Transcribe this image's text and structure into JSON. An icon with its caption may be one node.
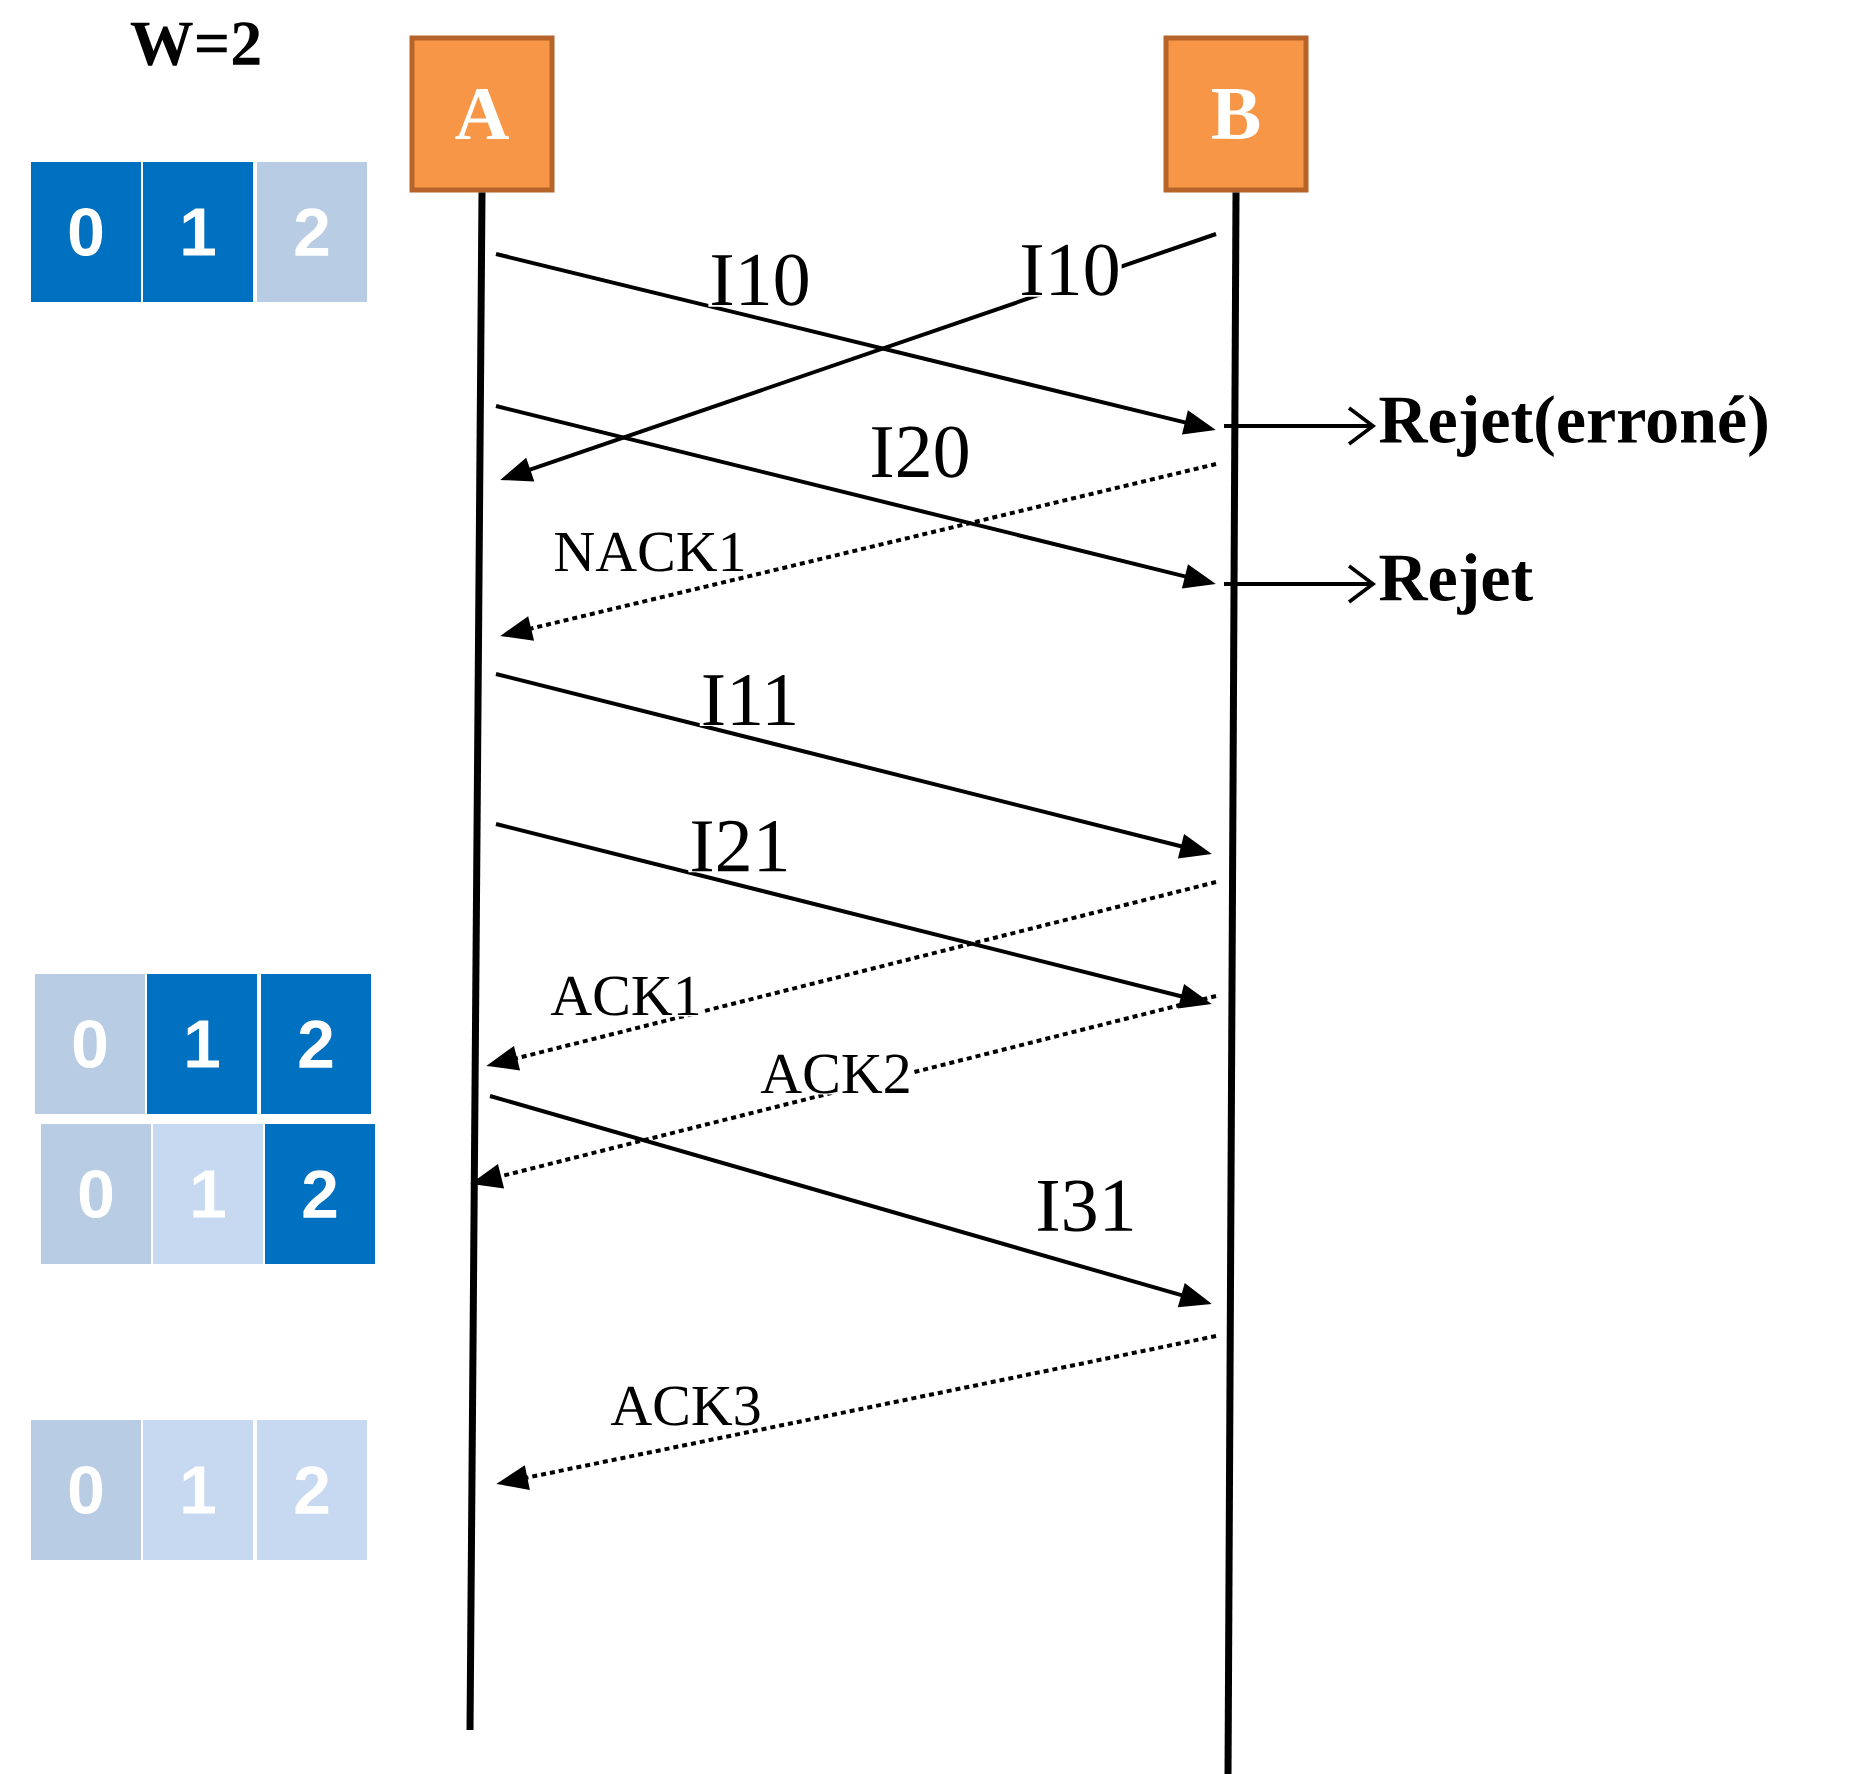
{
  "diagram": {
    "nodes": [
      {
        "text": [
          "A"
        ]
      },
      {
        "text": [
          "B"
        ]
      },
      {
        "text": [
          "0"
        ]
      },
      {
        "text": [
          "1"
        ]
      },
      {
        "text": [
          "2"
        ]
      },
      {
        "text": [
          "Rejet(erroné)"
        ]
      },
      {
        "text": [
          "Rejet"
        ]
      },
      {
        "text": [
          "0"
        ]
      },
      {
        "text": [
          "1"
        ]
      },
      {
        "text": [
          "2"
        ]
      },
      {
        "text": [
          "0"
        ]
      },
      {
        "text": [
          "1"
        ]
      },
      {
        "text": [
          "2"
        ]
      },
      {
        "text": [
          "0"
        ]
      },
      {
        "text": [
          "1"
        ]
      },
      {
        "text": [
          "2"
        ]
      }
    ],
    "edges": [
      {
        "from": 0,
        "to": 1,
        "arrow": "to",
        "label": "I10"
      },
      {
        "from": 1,
        "to": 0,
        "arrow": "to",
        "label": "I10"
      },
      {
        "from": 0,
        "to": 1,
        "arrow": "to",
        "label": "I20"
      },
      {
        "from": 1,
        "to": 0,
        "arrow": "to",
        "label": "NACK1",
        "style": "dashed"
      },
      {
        "from": 1,
        "to": 5,
        "arrow": "to"
      },
      {
        "from": 1,
        "to": 6,
        "arrow": "to"
      },
      {
        "from": 0,
        "to": 1,
        "arrow": "to",
        "label": "I11"
      },
      {
        "from": 0,
        "to": 1,
        "arrow": "to",
        "label": "I21"
      },
      {
        "from": 1,
        "to": 0,
        "arrow": "to",
        "label": "ACK1",
        "style": "dashed"
      },
      {
        "from": 1,
        "to": 0,
        "arrow": "to",
        "label": "ACK2",
        "style": "dashed"
      },
      {
        "from": 0,
        "to": 1,
        "arrow": "to",
        "label": "I31"
      },
      {
        "from": 1,
        "to": 0,
        "arrow": "to",
        "label": "ACK3",
        "style": "dashed"
      }
    ],
    "labels": [
      "W=2"
    ]
  }
}
